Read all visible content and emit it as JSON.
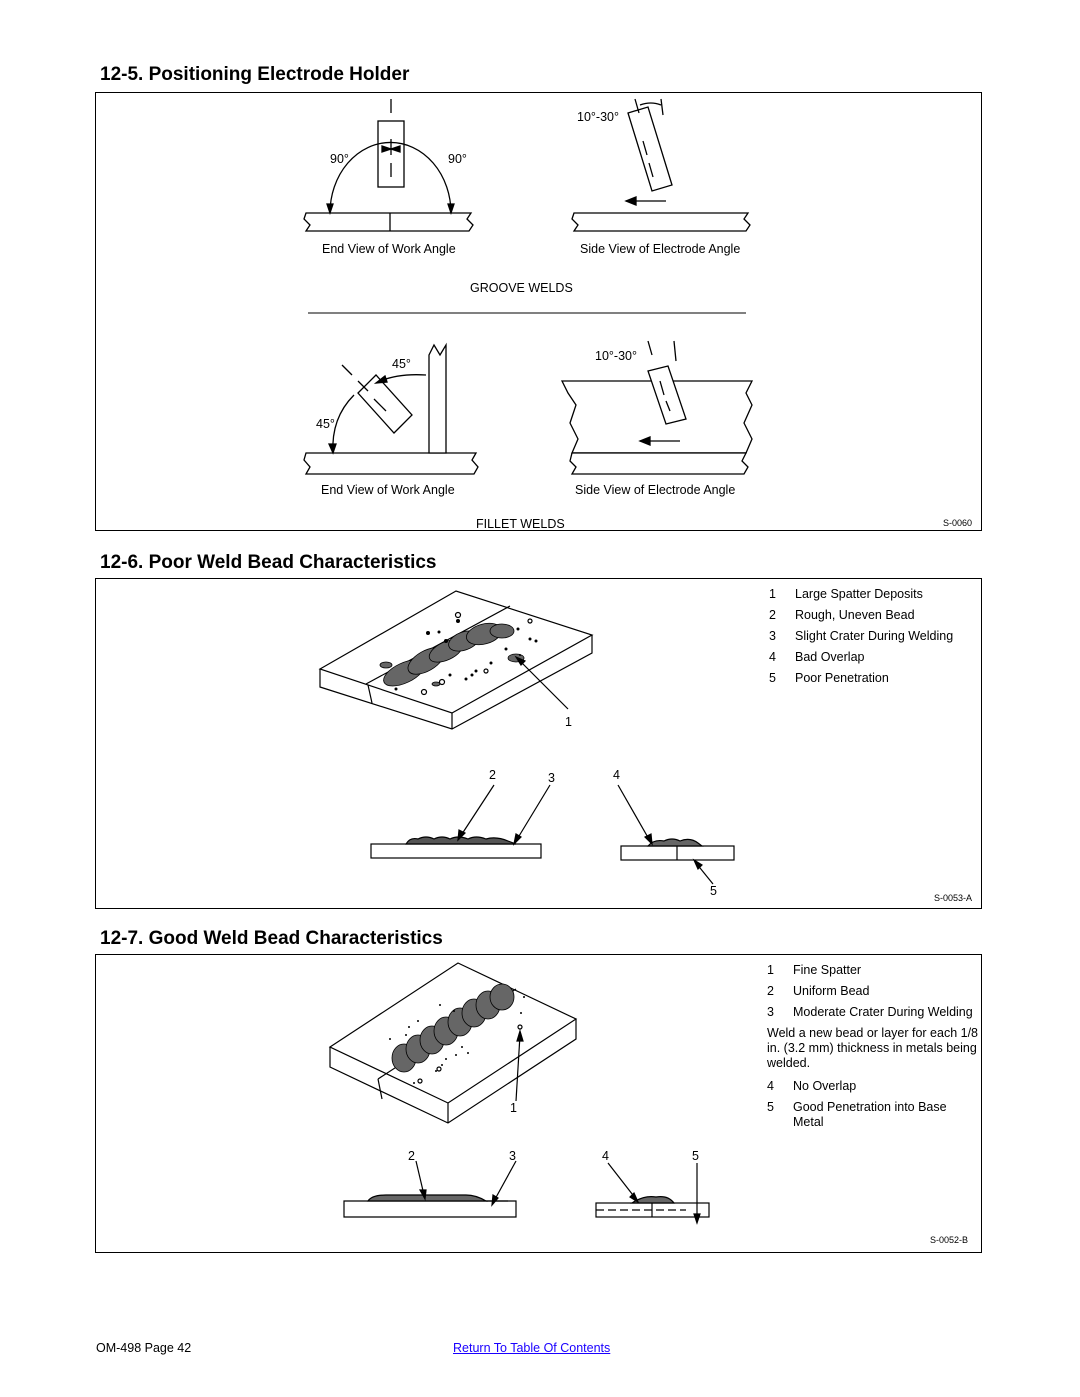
{
  "sections": {
    "s1": {
      "title": "12-5.  Positioning Electrode Holder"
    },
    "s2": {
      "title": "12-6.  Poor Weld Bead Characteristics"
    },
    "s3": {
      "title": "12-7.  Good Weld Bead Characteristics"
    }
  },
  "fig1": {
    "groove": {
      "angle_left": "90°",
      "angle_right": "90°",
      "angle_side": "10°-30°",
      "caption_end": "End View of Work Angle",
      "caption_side": "Side View of Electrode Angle",
      "label": "GROOVE WELDS"
    },
    "fillet": {
      "angle_top": "45°",
      "angle_left": "45°",
      "angle_side": "10°-30°",
      "caption_end": "End View of Work Angle",
      "caption_side": "Side View of Electrode Angle",
      "label": "FILLET WELDS"
    },
    "ref": "S-0060"
  },
  "fig2": {
    "legend": [
      {
        "num": "1",
        "text": "Large Spatter Deposits"
      },
      {
        "num": "2",
        "text": "Rough, Uneven Bead"
      },
      {
        "num": "3",
        "text": "Slight Crater During Welding"
      },
      {
        "num": "4",
        "text": "Bad Overlap"
      },
      {
        "num": "5",
        "text": "Poor Penetration"
      }
    ],
    "callouts": {
      "c1": "1",
      "c2": "2",
      "c3": "3",
      "c4": "4",
      "c5": "5"
    },
    "ref": "S-0053-A"
  },
  "fig3": {
    "legend_a": [
      {
        "num": "1",
        "text": "Fine Spatter"
      },
      {
        "num": "2",
        "text": "Uniform Bead"
      },
      {
        "num": "3",
        "text": "Moderate Crater During Welding"
      }
    ],
    "note": "Weld a new bead or layer for each 1/8 in. (3.2 mm) thickness in metals being welded.",
    "legend_b": [
      {
        "num": "4",
        "text": "No Overlap"
      },
      {
        "num": "5",
        "text": "Good Penetration into Base Metal"
      }
    ],
    "callouts": {
      "c1": "1",
      "c2": "2",
      "c3": "3",
      "c4": "4",
      "c5": "5"
    },
    "ref": "S-0052-B"
  },
  "footer": {
    "page": "OM-498 Page 42",
    "link": "Return To Table Of Contents"
  }
}
